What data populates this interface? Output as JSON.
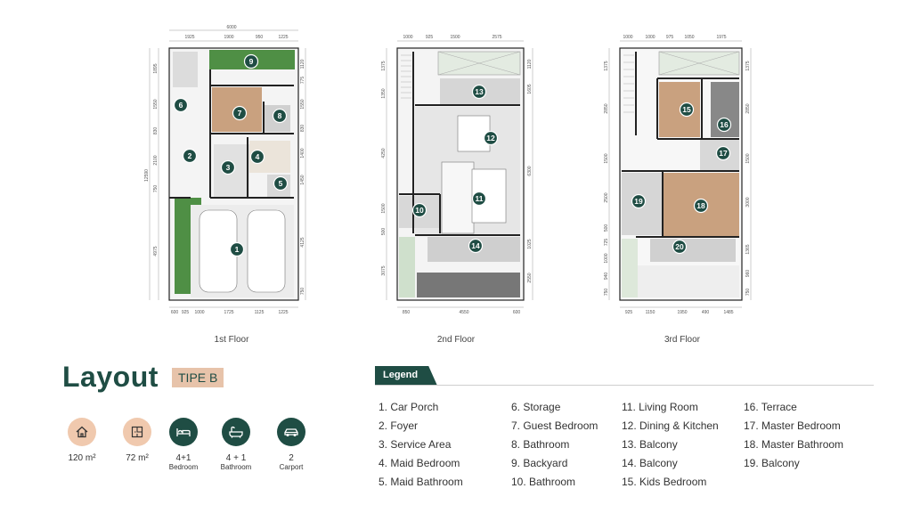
{
  "floors": [
    {
      "label": "1st Floor",
      "dims_top": [
        "6000",
        "1925",
        "1900",
        "950",
        "1225"
      ],
      "dims_bottom": [
        "600",
        "925",
        "1000",
        "1725",
        "1125",
        "1225"
      ],
      "dims_left": [
        "1895",
        "1550",
        "830",
        "2100",
        "750",
        "12590",
        "4975"
      ],
      "dims_right": [
        "1120",
        "775",
        "1550",
        "830",
        "1400",
        "1450",
        "4125",
        "750"
      ],
      "markers": [
        "9",
        "6",
        "7",
        "8",
        "2",
        "3",
        "4",
        "5",
        "1"
      ]
    },
    {
      "label": "2nd Floor",
      "dims_top": [
        "1000",
        "925",
        "1500",
        "2575"
      ],
      "dims_bottom": [
        "850",
        "4550",
        "600"
      ],
      "dims_left": [
        "1375",
        "1350",
        "4250",
        "1500",
        "500",
        "3075"
      ],
      "dims_right": [
        "1120",
        "1605",
        "6300",
        "1025",
        "2550"
      ],
      "markers": [
        "13",
        "12",
        "11",
        "10",
        "14"
      ]
    },
    {
      "label": "3rd Floor",
      "dims_top": [
        "1000",
        "1000",
        "975",
        "1050",
        "1975"
      ],
      "dims_bottom": [
        "925",
        "1150",
        "1950",
        "490",
        "1485"
      ],
      "dims_left": [
        "1375",
        "2850",
        "1500",
        "2500",
        "500",
        "725",
        "1000",
        "940",
        "750"
      ],
      "dims_right": [
        "1375",
        "2850",
        "1500",
        "3000",
        "1365",
        "960",
        "750"
      ],
      "markers": [
        "15",
        "16",
        "17",
        "19",
        "18",
        "20"
      ]
    }
  ],
  "layout": {
    "title": "Layout",
    "type": "TIPE B"
  },
  "stats": [
    {
      "icon": "house-icon",
      "value": "120 m²",
      "caption": ""
    },
    {
      "icon": "floor-plan-icon",
      "value": "72 m²",
      "caption": ""
    },
    {
      "icon": "bed-icon",
      "value": "4+1",
      "caption": "Bedroom"
    },
    {
      "icon": "bathtub-icon",
      "value": "4 + 1",
      "caption": "Bathroom"
    },
    {
      "icon": "car-icon",
      "value": "2",
      "caption": "Carport"
    }
  ],
  "legend": {
    "title": "Legend",
    "columns": [
      [
        "1. Car Porch",
        "2. Foyer",
        "3. Service Area",
        "4. Maid Bedroom",
        "5. Maid Bathroom"
      ],
      [
        "6. Storage",
        "7. Guest Bedroom",
        "8. Bathroom",
        "9. Backyard",
        "10. Bathroom"
      ],
      [
        "11. Living Room",
        "12. Dining & Kitchen",
        "13. Balcony",
        "14. Balcony",
        "15. Kids Bedroom"
      ],
      [
        "16. Terrace",
        "17. Master Bedroom",
        "18. Master Bathroom",
        "19. Balcony"
      ]
    ]
  },
  "colors": {
    "brand_green": "#1f4d44",
    "accent_peach": "#e7c3aa",
    "backyard_green": "#4f8f45"
  }
}
